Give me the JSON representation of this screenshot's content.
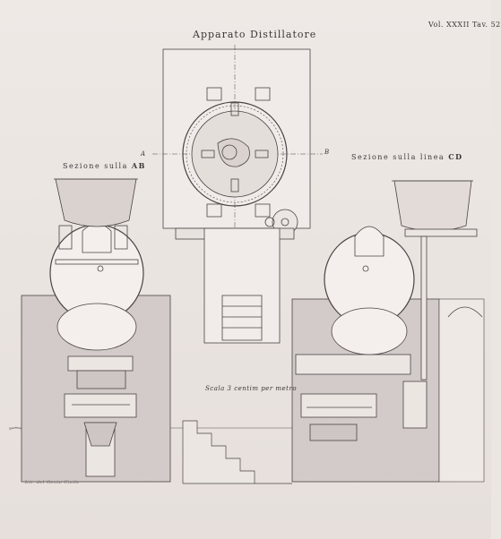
{
  "plate": {
    "title": "Apparato Distillatore",
    "reference": "Vol. XXXII Tav. 52",
    "section_ab_prefix": "Sezione sulla ",
    "section_ab_letters": "AB",
    "section_cd_prefix": "Sezione sulla linea ",
    "section_cd_letters": "CD",
    "scale_label": "Scala 3 centim per metro",
    "point_a": "A",
    "point_b": "B",
    "engraver": "Lit. del Genio Civile"
  },
  "colors": {
    "paper": "#ece6e3",
    "ink": "#3a3636",
    "masonry": "#d2cbca",
    "boiler": "#f4efec"
  }
}
